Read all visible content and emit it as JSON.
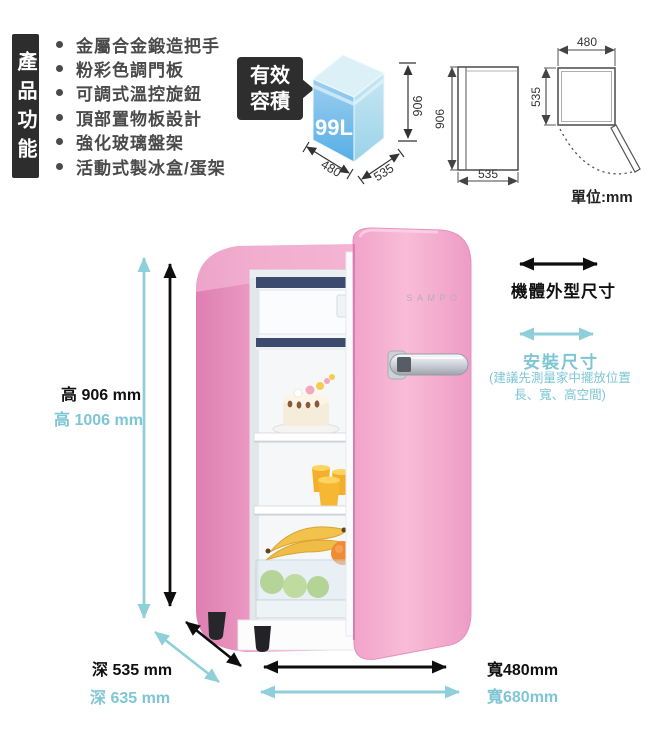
{
  "features": {
    "tab": "產品功能",
    "items": [
      "金屬合金鍛造把手",
      "粉彩色調門板",
      "可調式溫控旋鈕",
      "頂部置物板設計",
      "強化玻璃盤架",
      "活動式製冰盒/蛋架"
    ]
  },
  "capacity": {
    "tag_line1": "有效",
    "tag_line2": "容積",
    "value": "99L",
    "dim_width": "480",
    "dim_depth": "535",
    "dim_height": "906"
  },
  "drawings": {
    "side_height": "906",
    "side_depth": "535",
    "top_width": "480",
    "top_depth": "535",
    "unit": "單位:mm"
  },
  "fridge": {
    "brand": "SAMPO"
  },
  "dims": {
    "height_outer": "高 906 mm",
    "height_install": "高 1006 mm",
    "depth_outer": "深 535 mm",
    "depth_install": "深 635 mm",
    "width_outer": "寬480mm",
    "width_install": "寬680mm"
  },
  "legend": {
    "outer": "機體外型尺寸",
    "install": "安裝尺寸",
    "note1": "(建議先測量家中擺放位置",
    "note2": "長、寬、高空間)"
  },
  "colors": {
    "teal_arrow": "#8FCFDA",
    "teal_text": "#7EC6D4",
    "black": "#111111",
    "pink_door": "#F3AED0",
    "pink_side": "#E287B6",
    "box_front_blue": "#5FB0E8",
    "shelf_navy": "#3C4A6E",
    "tag_black": "#2E2E2E"
  }
}
